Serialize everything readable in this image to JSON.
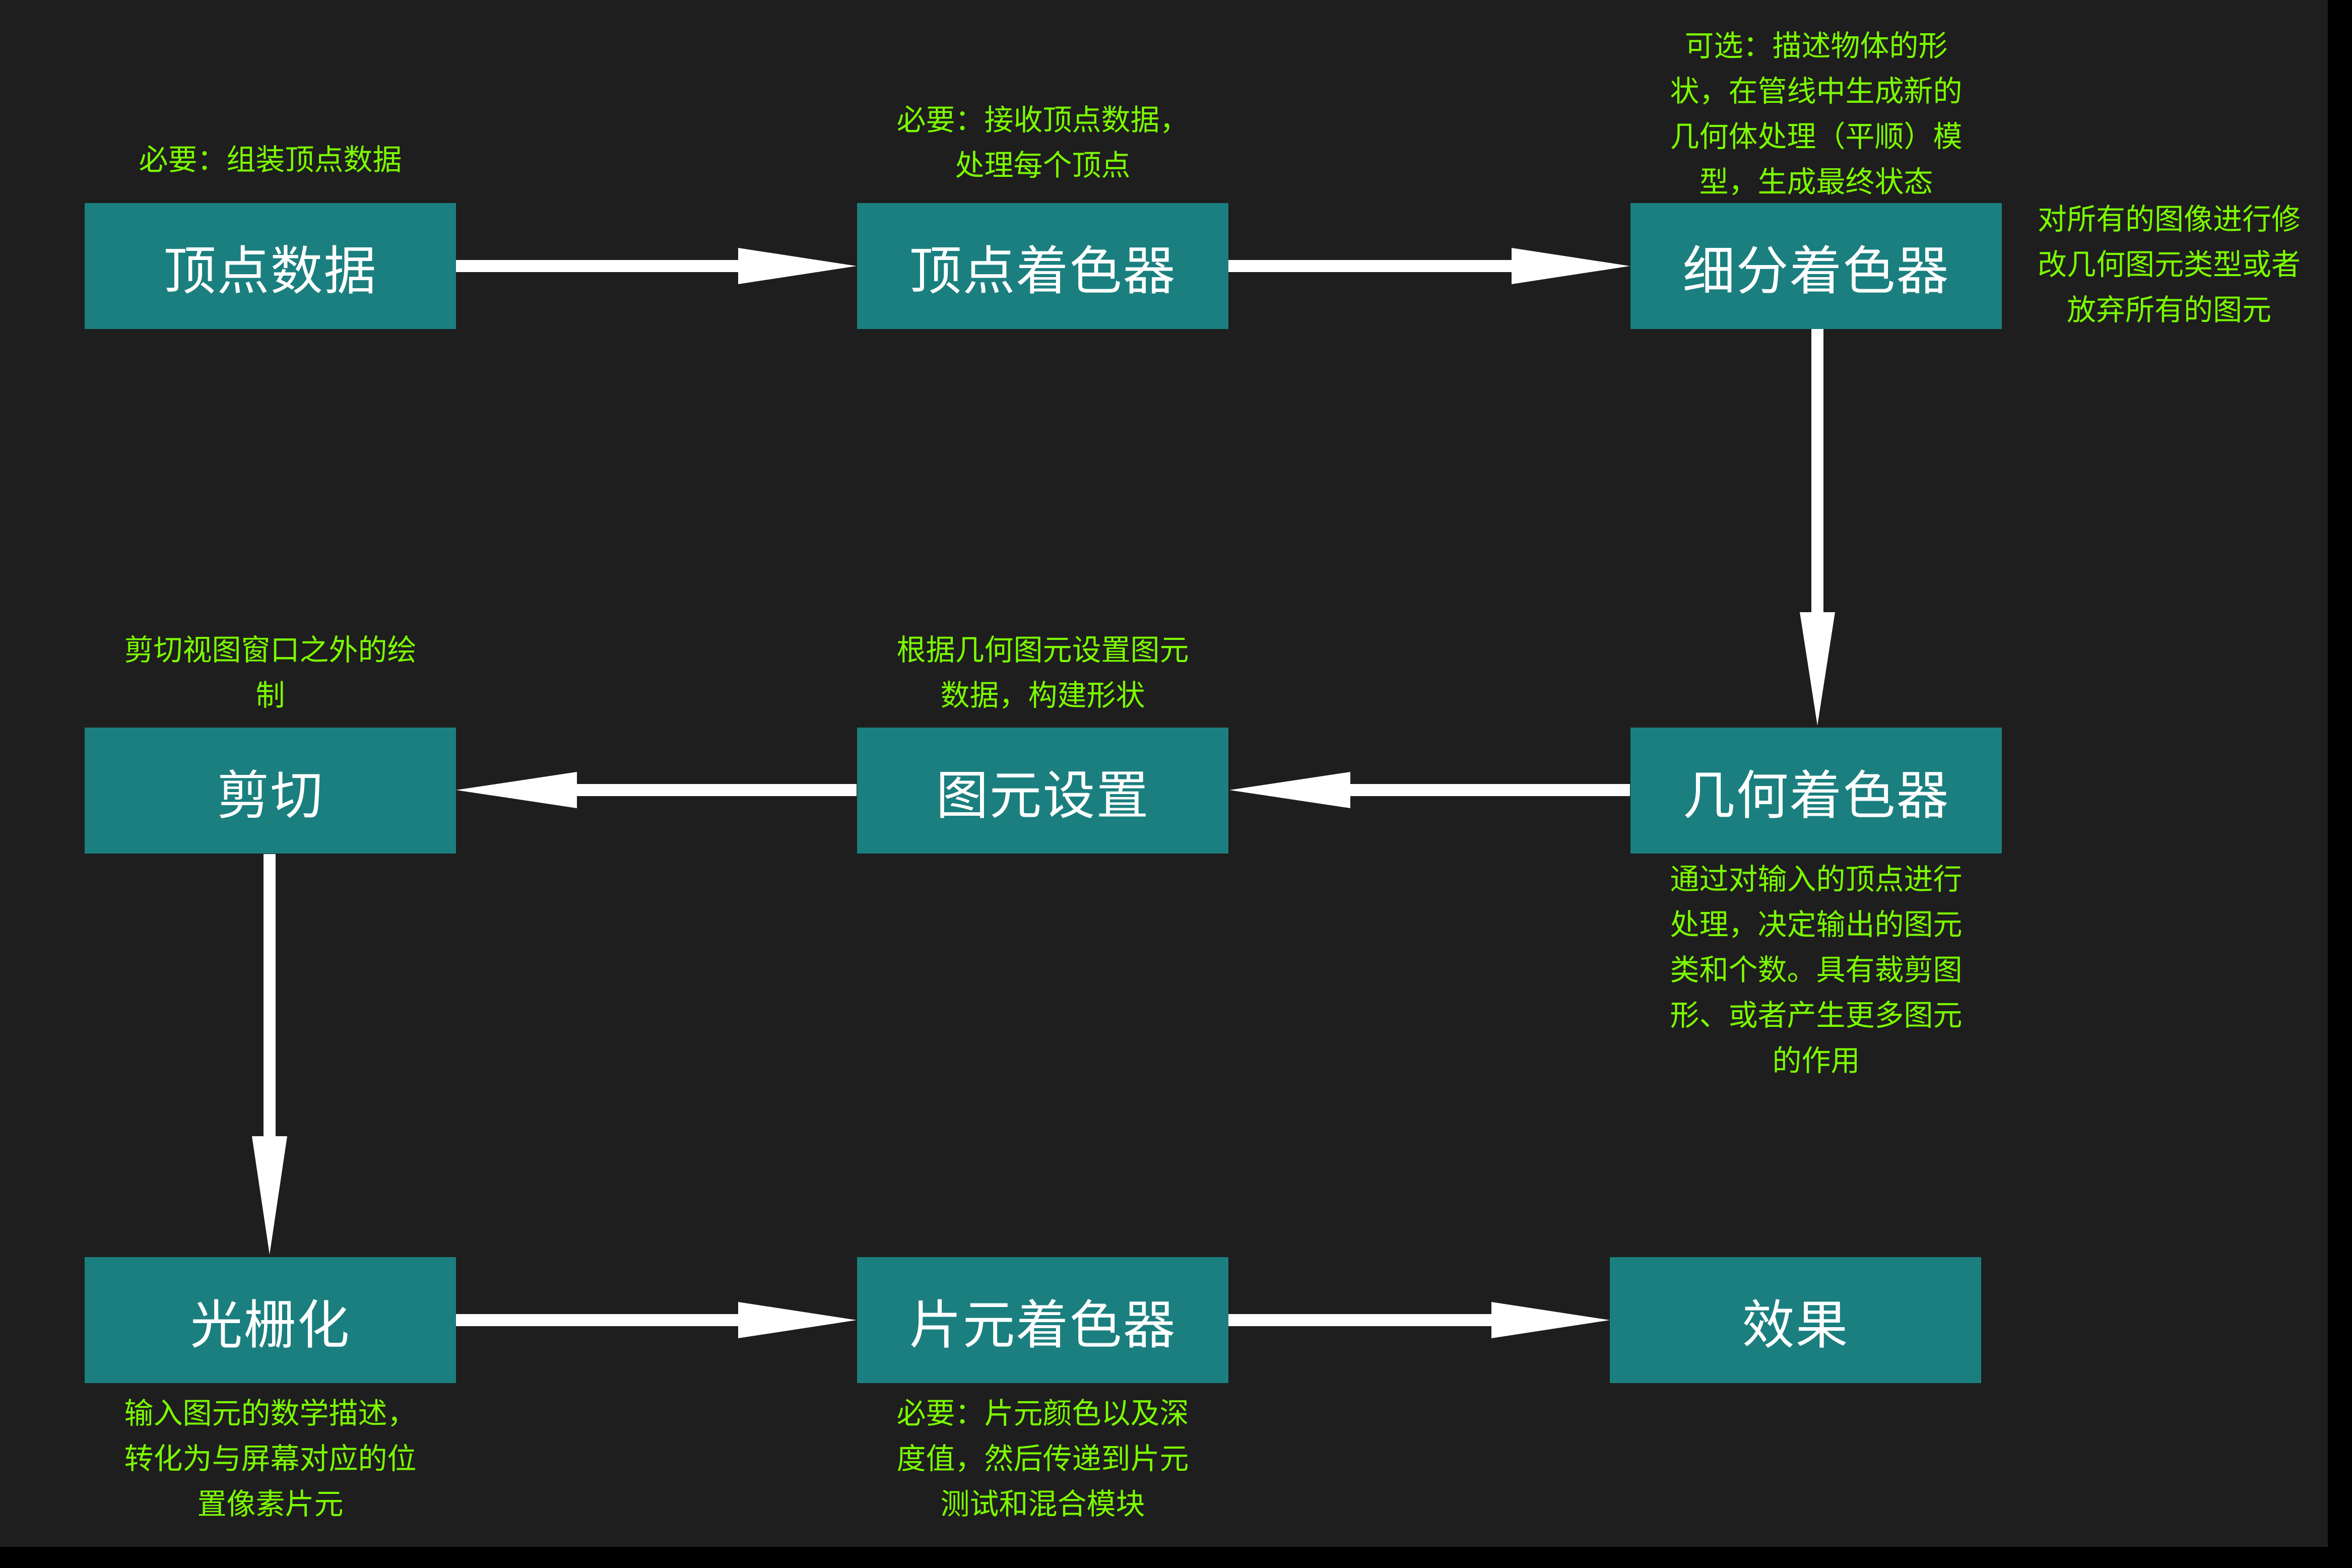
{
  "diagram": {
    "colors": {
      "background": "#1e1e1e",
      "node_fill": "#1b7f7f",
      "node_text": "#ffffff",
      "note_text": "#7cfc00",
      "arrow": "#ffffff"
    },
    "nodes": {
      "vertex_data": "顶点数据",
      "vertex_shader": "顶点着色器",
      "tessellation_shader": "细分着色器",
      "geometry_shader": "几何着色器",
      "primitive_setup": "图元设置",
      "clipping": "剪切",
      "rasterization": "光栅化",
      "fragment_shader": "片元着色器",
      "result": "效果"
    },
    "notes": {
      "vertex_data": "必要：组装顶点数据",
      "vertex_shader": "必要：接收顶点数据，\n处理每个顶点",
      "tessellation_shader": "可选：描述物体的形\n状，在管线中生成新的\n几何体处理（平顺）模\n型，生成最终状态",
      "tessellation_side": "对所有的图像进行修\n改几何图元类型或者\n放弃所有的图元",
      "geometry_shader": "通过对输入的顶点进行\n处理，决定输出的图元\n类和个数。具有裁剪图\n形、或者产生更多图元\n的作用",
      "primitive_setup": "根据几何图元设置图元\n数据，构建形状",
      "clipping": "剪切视图窗口之外的绘\n制",
      "rasterization": "输入图元的数学描述，\n转化为与屏幕对应的位\n置像素片元",
      "fragment_shader": "必要：片元颜色以及深\n度值，然后传递到片元\n测试和混合模块"
    }
  }
}
